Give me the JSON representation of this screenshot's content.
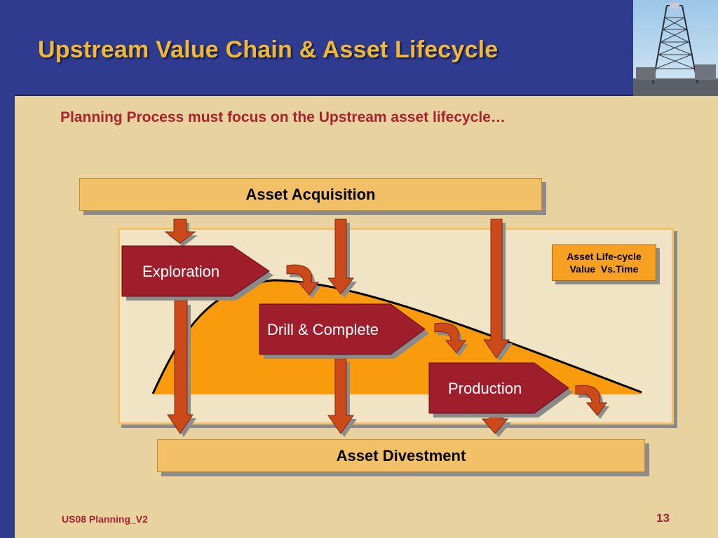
{
  "header": {
    "title": "Upstream Value Chain & Asset Lifecycle"
  },
  "subtitle": "Planning Process must focus on the Upstream asset lifecycle…",
  "top_bar": {
    "label": "Asset Acquisition"
  },
  "bottom_bar": {
    "label": "Asset Divestment"
  },
  "stages": [
    {
      "label": "Exploration"
    },
    {
      "label": "Drill & Complete"
    },
    {
      "label": "Production"
    }
  ],
  "legend": {
    "line1": "Asset Life-cycle",
    "line2": "Value  Vs.Time"
  },
  "footer": {
    "left": "US08 Planning_V2",
    "page_number": "13"
  },
  "colors": {
    "header_bg": "#2e3b8f",
    "title": "#f0b838",
    "accent_red": "#a8232e",
    "stage_fill": "#9e1e2b",
    "arrow_fill": "#cc4a1a",
    "curve_fill": "#f99b0c",
    "bar_fill": "#f2c066",
    "background": "#e8d3a0"
  },
  "icons": {
    "header_photo": "drilling-rig-photo"
  }
}
